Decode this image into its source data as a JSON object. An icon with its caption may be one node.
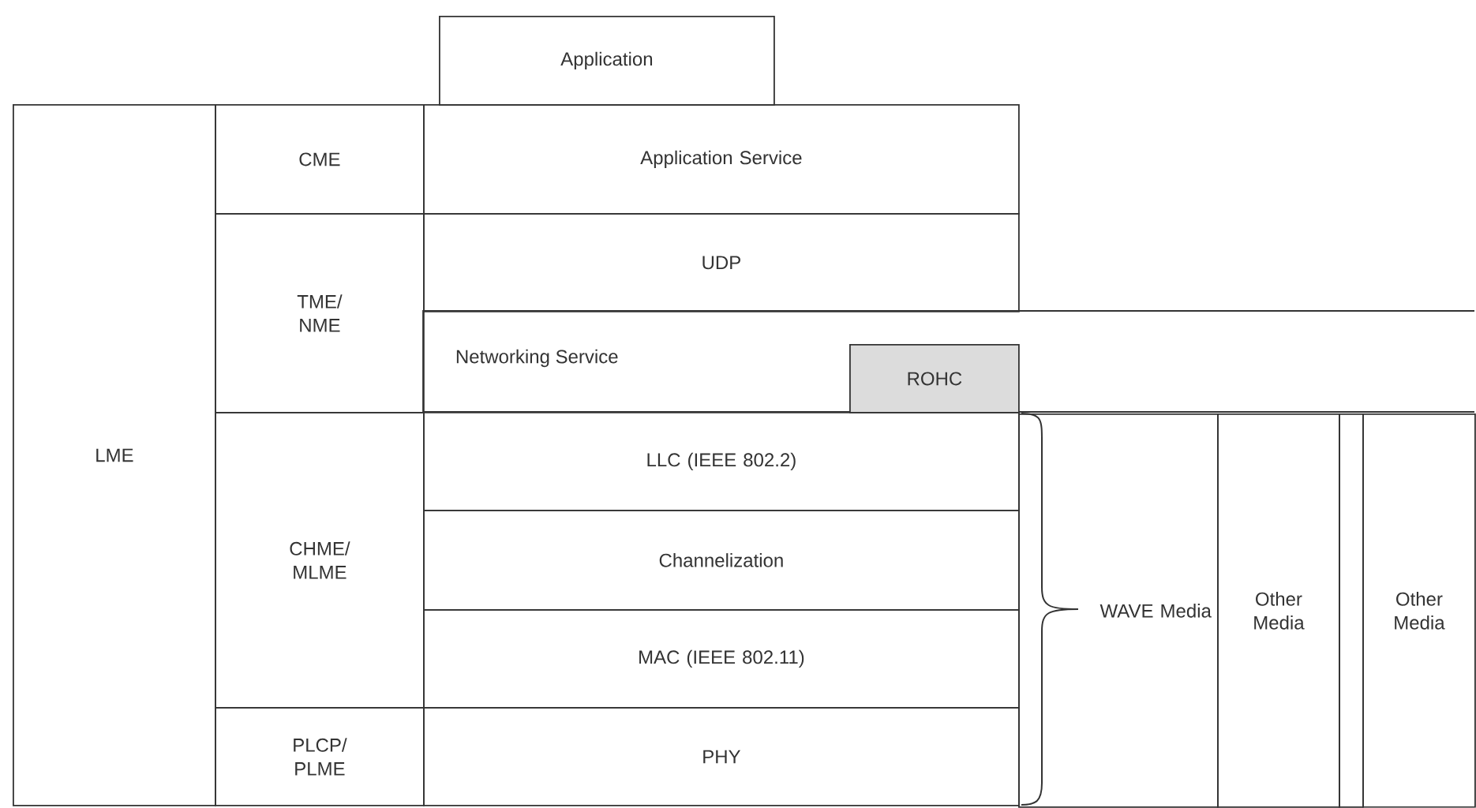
{
  "diagram": {
    "nodes": [
      {
        "text": [
          "Application"
        ]
      },
      {
        "text": [
          "LME"
        ]
      },
      {
        "text": [
          "CME"
        ]
      },
      {
        "text": [
          "Application Service"
        ]
      },
      {
        "text": [
          "TME/ NME"
        ]
      },
      {
        "text": [
          "UDP"
        ]
      },
      {
        "text": [
          "Networking Service"
        ]
      },
      {
        "text": [
          "ROHC"
        ],
        "in": 6
      },
      {
        "text": [
          "CHME/ MLME"
        ]
      },
      {
        "text": [
          "LLC (IEEE 802.2)"
        ]
      },
      {
        "text": [
          "Channelization"
        ]
      },
      {
        "text": [
          "MAC (IEEE 802.11)"
        ]
      },
      {
        "text": [
          "PLCP/ PLME"
        ]
      },
      {
        "text": [
          "PHY"
        ]
      },
      {
        "text": [
          "WAVE Media"
        ]
      },
      {
        "text": [
          "Other Media"
        ]
      },
      {
        "text": [],
        "shape": "box"
      },
      {
        "text": [
          "Other Media"
        ]
      }
    ]
  }
}
